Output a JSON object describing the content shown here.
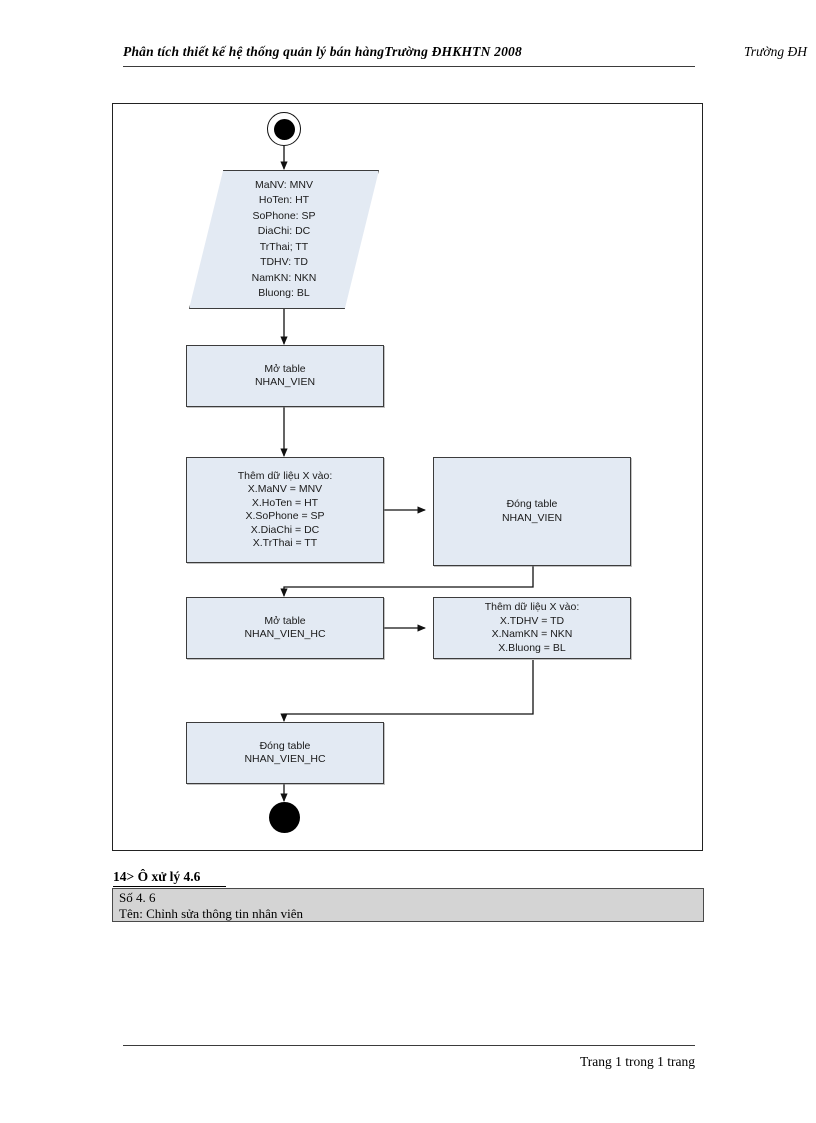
{
  "header": {
    "title": "Phân tích thiết kế hệ thống quản lý bán hàngTrường  ĐHKHTN 2008",
    "right": "Trường ĐH"
  },
  "diagram": {
    "type": "activity-flowchart",
    "start_node": "filled-circle-in-ring",
    "end_node": "filled-circle",
    "nodes": {
      "input_params": "MaNV: MNV\nHoTen: HT\nSoPhone: SP\nDiaChi: DC\nTrThai; TT\nTDHV: TD\nNamKN: NKN\nBluong: BL",
      "open_nhan_vien": "Mở table\nNHAN_VIEN",
      "add_data_x_1": "Thêm dữ liệu X vào:\nX.MaNV = MNV\nX.HoTen = HT\nX.SoPhone = SP\nX.DiaChi = DC\nX.TrThai = TT",
      "close_nhan_vien": "Đóng table\nNHAN_VIEN",
      "open_nhan_vien_hc": "Mở table\nNHAN_VIEN_HC",
      "add_data_x_2": "Thêm dữ liệu X vào:\nX.TDHV = TD\nX.NamKN = NKN\nX.Bluong = BL",
      "close_nhan_vien_hc": "Đóng table\nNHAN_VIEN_HC"
    }
  },
  "caption": {
    "title": "14> Ô xử lý 4.6",
    "line_so": "Số 4. 6",
    "line_ten": "Tên: Chỉnh sửa thông tin nhân viên"
  },
  "footer": {
    "text": "Trang  1 trong  1 trang"
  },
  "colors": {
    "node_fill": "#e3eaf3",
    "node_border": "#3c3c3c",
    "info_box_fill": "#d4d4d4",
    "frame_border": "#222222"
  }
}
